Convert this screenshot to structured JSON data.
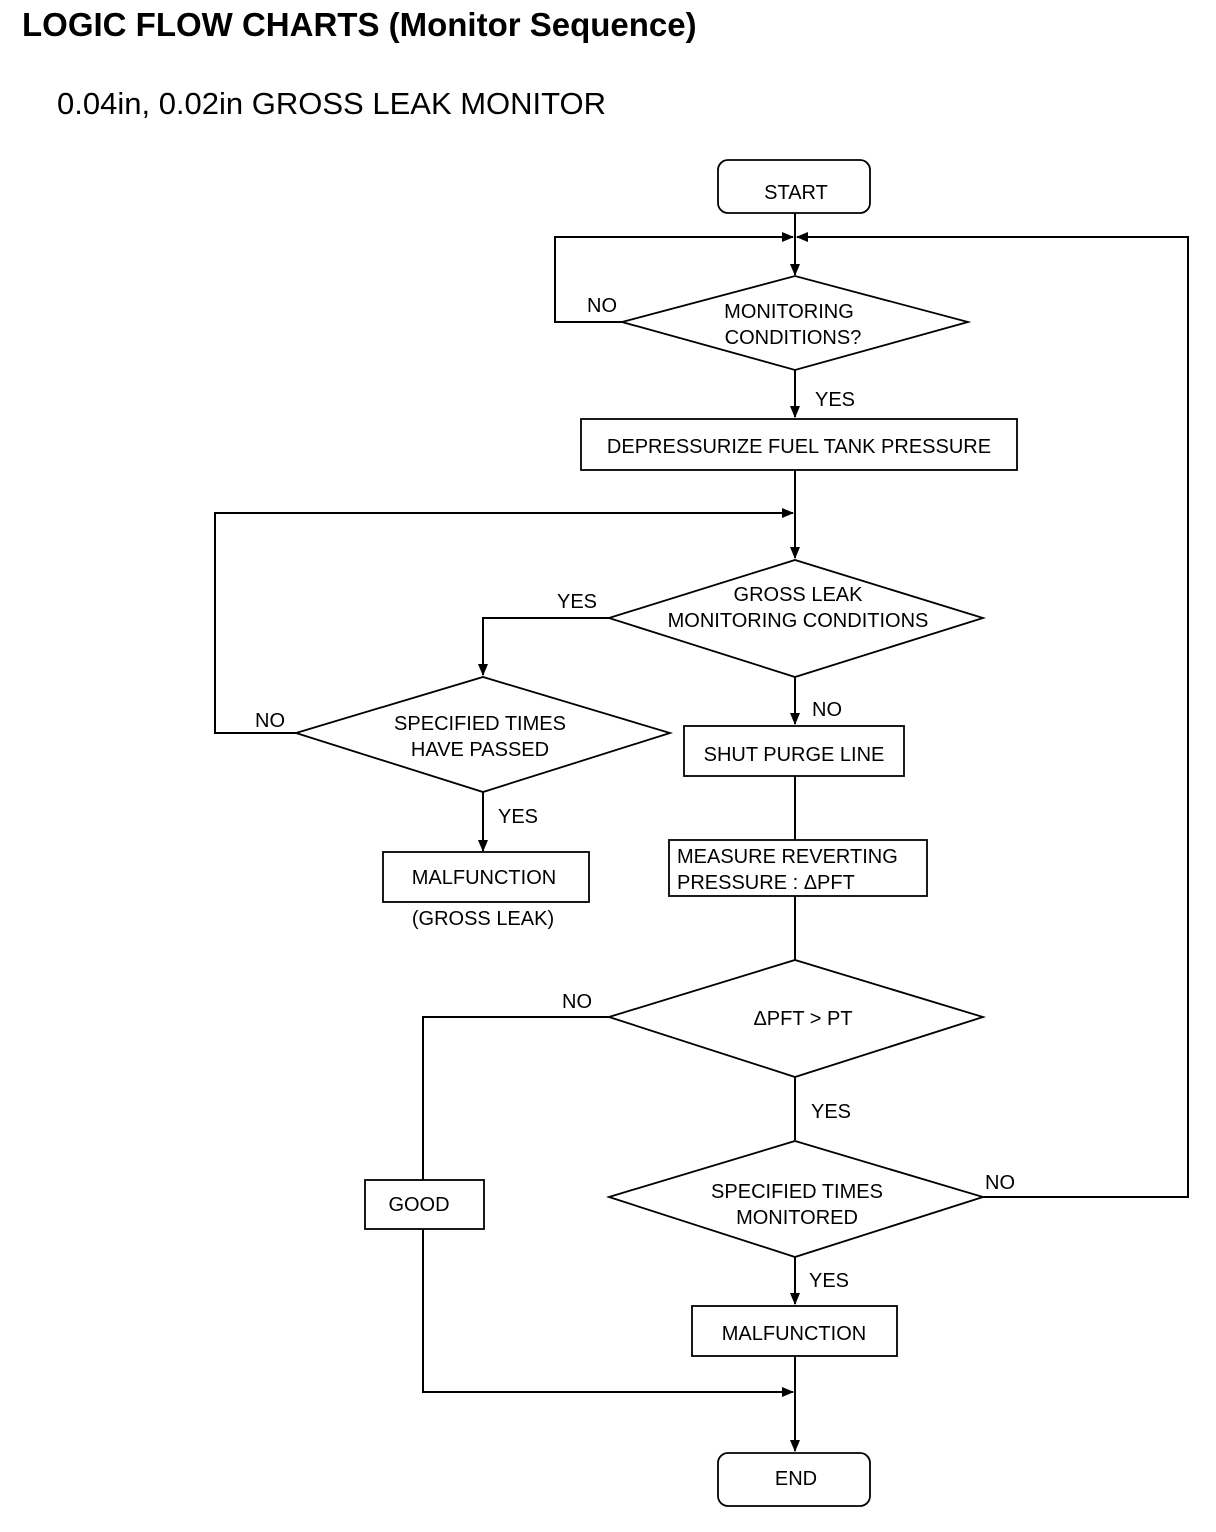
{
  "page": {
    "title": "LOGIC FLOW CHARTS (Monitor Sequence)",
    "subtitle": "0.04in, 0.02in GROSS LEAK MONITOR"
  },
  "flowchart": {
    "nodes": {
      "start": "START",
      "monitoring_conditions": [
        "MONITORING",
        "CONDITIONS?"
      ],
      "depressurize": "DEPRESSURIZE FUEL TANK PRESSURE",
      "gross_leak_conditions": [
        "GROSS LEAK",
        "MONITORING CONDITIONS"
      ],
      "specified_times_passed": [
        "SPECIFIED TIMES",
        "HAVE PASSED"
      ],
      "malfunction_gross": "MALFUNCTION",
      "malfunction_gross_note": "(GROSS LEAK)",
      "shut_purge": "SHUT PURGE LINE",
      "measure": [
        "MEASURE REVERTING",
        "PRESSURE : ΔPFT"
      ],
      "compare": "ΔPFT > PT",
      "good": "GOOD",
      "specified_times_monitored": [
        "SPECIFIED TIMES",
        "MONITORED"
      ],
      "malfunction": "MALFUNCTION",
      "end": "END"
    },
    "labels": {
      "mc_no": "NO",
      "mc_yes": "YES",
      "gl_yes": "YES",
      "gl_no": "NO",
      "stp_no": "NO",
      "stp_yes": "YES",
      "cmp_no": "NO",
      "cmp_yes": "YES",
      "stm_no": "NO",
      "stm_yes": "YES"
    }
  }
}
